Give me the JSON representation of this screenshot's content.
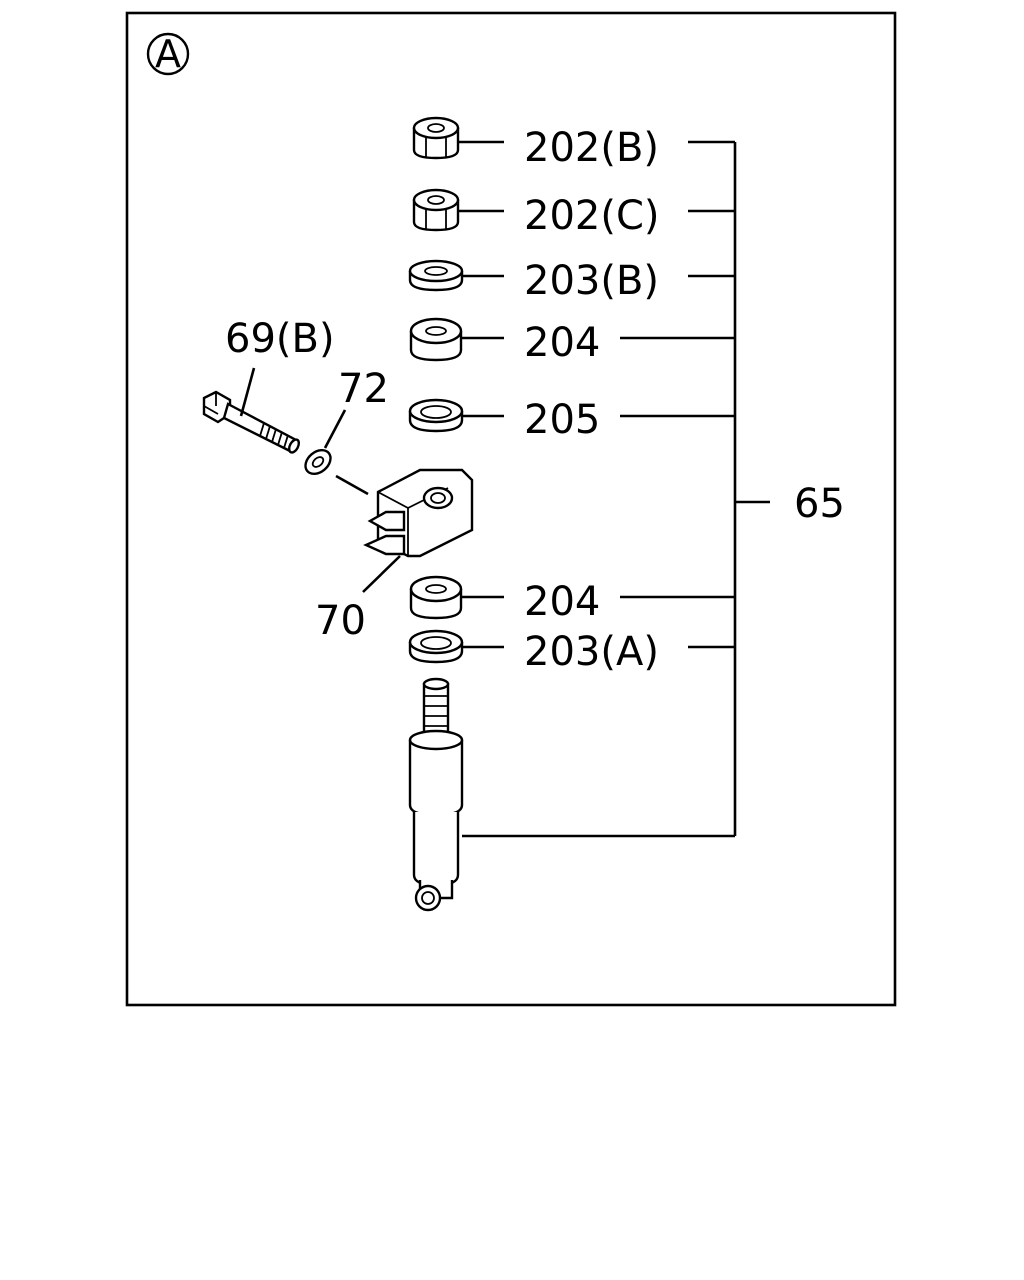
{
  "view_marker": "A",
  "callouts": {
    "p202b": "202(B)",
    "p202c": "202(C)",
    "p203b": "203(B)",
    "p204_top": "204",
    "p205": "205",
    "p65": "65",
    "p204_bottom": "204",
    "p203a": "203(A)",
    "p69b": "69(B)",
    "p72": "72",
    "p70": "70"
  }
}
